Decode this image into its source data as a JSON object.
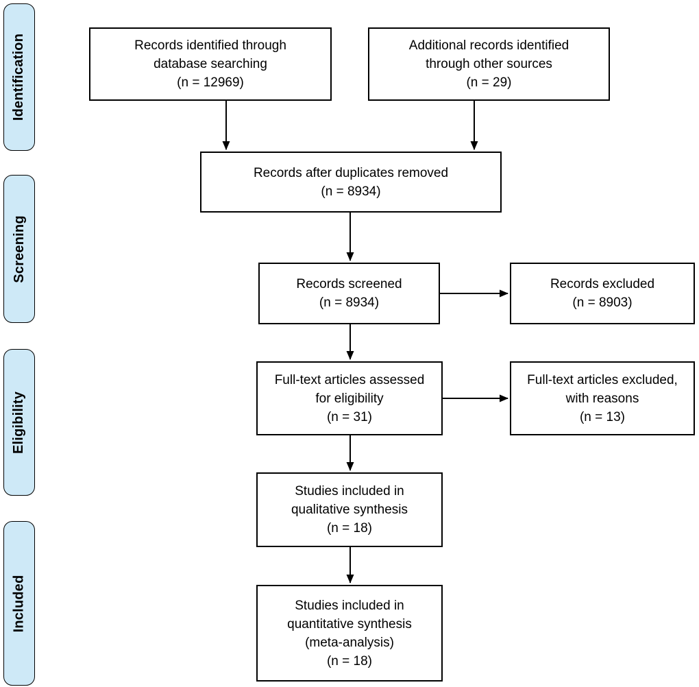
{
  "colors": {
    "background": "#ffffff",
    "stage_fill": "#cee9f7",
    "stage_border": "#000000",
    "box_border": "#000000",
    "arrow": "#000000",
    "text": "#000000"
  },
  "stages": [
    {
      "label": "Identification"
    },
    {
      "label": "Screening"
    },
    {
      "label": "Eligibility"
    },
    {
      "label": "Included"
    }
  ],
  "boxes": [
    {
      "id": "records-identified",
      "lines": [
        "Records identified through",
        "database searching",
        "(n = 12969)"
      ]
    },
    {
      "id": "additional-records",
      "lines": [
        "Additional records identified",
        "through other sources",
        "(n = 29)"
      ]
    },
    {
      "id": "duplicates-removed",
      "lines": [
        "Records after duplicates removed",
        "(n = 8934)"
      ]
    },
    {
      "id": "records-screened",
      "lines": [
        "Records screened",
        "(n = 8934)"
      ]
    },
    {
      "id": "records-excluded",
      "lines": [
        "Records excluded",
        "(n = 8903)"
      ]
    },
    {
      "id": "fulltext-assessed",
      "lines": [
        "Full-text articles assessed",
        "for eligibility",
        "(n = 31)"
      ]
    },
    {
      "id": "fulltext-excluded",
      "lines": [
        "Full-text articles excluded,",
        "with reasons",
        "(n = 13)"
      ]
    },
    {
      "id": "qualitative-synthesis",
      "lines": [
        "Studies included in",
        "qualitative synthesis",
        "(n = 18)"
      ]
    },
    {
      "id": "quantitative-synthesis",
      "lines": [
        "Studies included in",
        "quantitative synthesis",
        "(meta-analysis)",
        "(n = 18)"
      ]
    }
  ]
}
